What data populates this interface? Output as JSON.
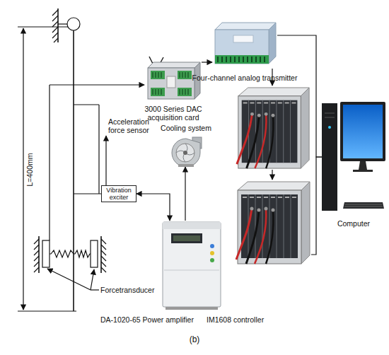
{
  "diagram": {
    "caption": "(b)",
    "nodes": [
      {
        "text": [
          "3000 Series DAC acquisition card"
        ]
      },
      {
        "text": [
          "Four-channel analog transmitter"
        ]
      },
      {
        "text": [
          "Cooling system"
        ]
      },
      {
        "text": [
          "Vibration exciter"
        ]
      },
      {
        "text": [
          "DA-1020-65 Power amplifier"
        ]
      },
      {
        "text": [
          "IM1608 controller"
        ]
      },
      {
        "text": [
          "Computer"
        ]
      }
    ],
    "edges": [
      {
        "from": 0,
        "to": 1,
        "arrow": "to"
      },
      {
        "from": 4,
        "to": 2,
        "arrow": "to"
      },
      {
        "from": 4,
        "to": 3,
        "arrow": "both"
      },
      {
        "from": 1,
        "to": 6,
        "arrow": "none"
      },
      {
        "from": 5,
        "to": 6,
        "arrow": "none"
      }
    ],
    "labels": [
      "L=400mm",
      "Acceleration force sensor",
      "Forcetransducer"
    ]
  }
}
